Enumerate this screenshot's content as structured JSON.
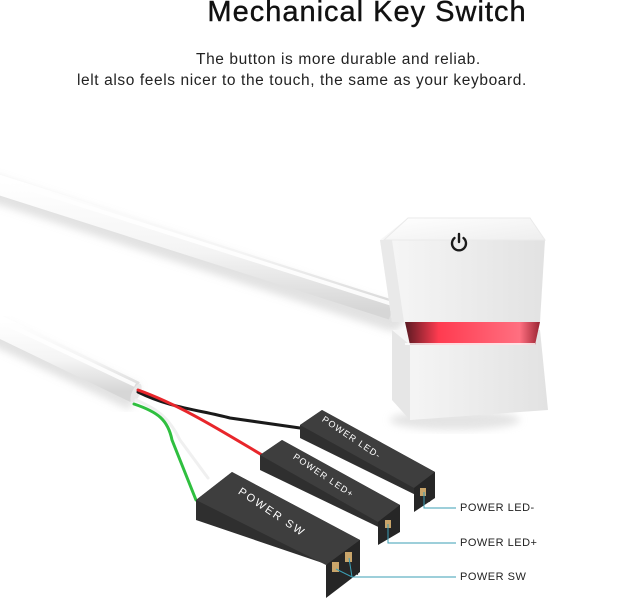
{
  "header": {
    "title": "Mechanical Key Switch",
    "subtitle_line1": "The button is more durable and reliab.",
    "subtitle_line2": "lelt also feels nicer to the touch, the same as your keyboard."
  },
  "product": {
    "keycap_icon": "power-icon",
    "led_color": "#ff3b50",
    "wire_colors": {
      "black": "#1a1a1a",
      "red": "#e8262b",
      "green": "#2fbf3f",
      "white": "#f2f2f2"
    },
    "connectors": [
      {
        "printed": "POWER LED-",
        "label": "POWER LED-"
      },
      {
        "printed": "POWER LED+",
        "label": "POWER LED+"
      },
      {
        "printed": "POWER SW",
        "label": "POWER SW"
      }
    ],
    "callout_line_color": "#3b9fb5"
  }
}
